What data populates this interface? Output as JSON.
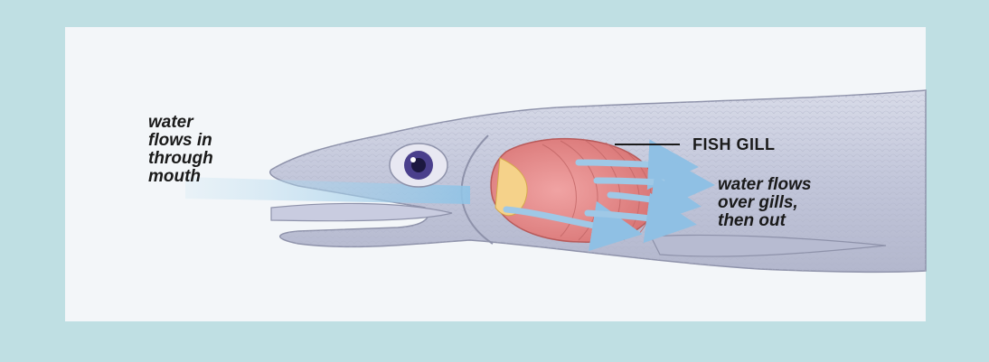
{
  "diagram": {
    "labels": {
      "mouth_label": "water\nflows in\nthrough\nmouth",
      "gill_label": "FISH GILL",
      "out_label": "water flows\nover gills,\nthen out"
    },
    "colors": {
      "frame": "#bfdfe3",
      "panel": "#f3f6f9",
      "fish_body": "#c4c8dc",
      "gill": "#e89090",
      "water_arrow": "#9fc8e6",
      "eye": "#4a3f8c"
    }
  }
}
